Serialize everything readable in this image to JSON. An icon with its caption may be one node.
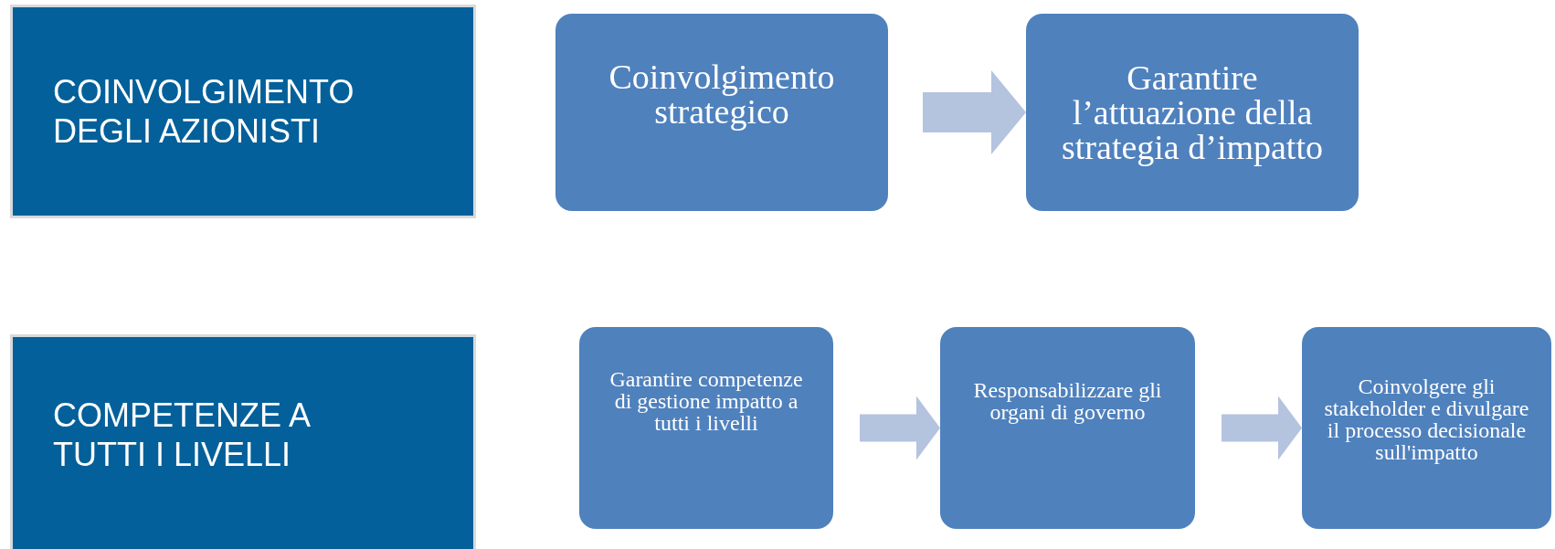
{
  "diagram": {
    "nodes": [
      {
        "text": [
          "COINVOLGIMENTO DEGLI AZIONISTI"
        ]
      },
      {
        "text": [
          "Coinvolgimento strategico"
        ]
      },
      {
        "text": [
          "Garantire l’attuazione della strategia d’impatto"
        ]
      },
      {
        "text": [
          "COMPETENZE A TUTTI I LIVELLI"
        ]
      },
      {
        "text": [
          "Garantire competenze di gestione impatto a tutti i livelli"
        ]
      },
      {
        "text": [
          "Responsabilizzare gli organi di governo"
        ]
      },
      {
        "text": [
          "Coinvolgere gli stakeholder e divulgare il processo decisionale sull'impatto"
        ]
      }
    ],
    "edges": [
      {
        "from": 1,
        "to": 2,
        "arrow": "to"
      },
      {
        "from": 4,
        "to": 5,
        "arrow": "to"
      },
      {
        "from": 5,
        "to": 6,
        "arrow": "to"
      }
    ]
  }
}
